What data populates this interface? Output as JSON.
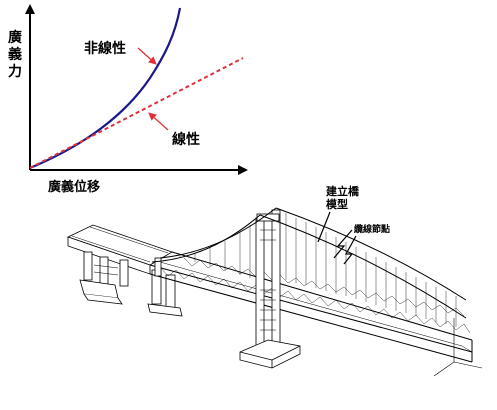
{
  "graph": {
    "y_axis_label": "廣義力",
    "x_axis_label": "廣義位移",
    "nonlinear_label": "非線性",
    "linear_label": "線性",
    "colors": {
      "nonlinear": "#1a1a8c",
      "linear": "#e0303a",
      "arrow": "#e0303a",
      "axis": "#000000"
    }
  },
  "bridge": {
    "model_label": "建立橋\n模型",
    "element_label": "纜線節點"
  }
}
